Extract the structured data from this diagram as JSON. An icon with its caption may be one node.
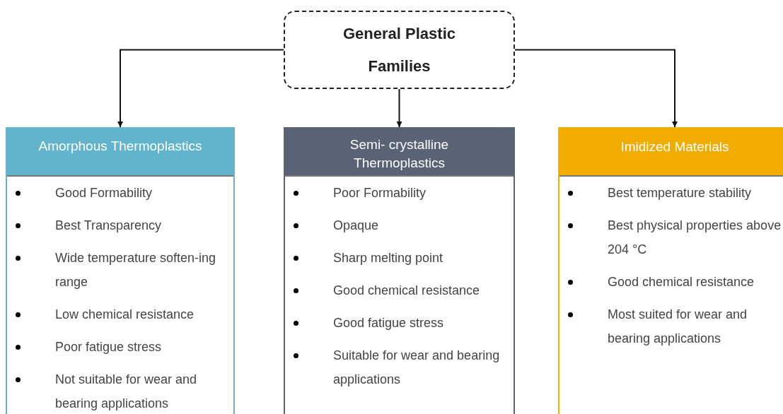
{
  "diagram": {
    "nodes": [
      {
        "text": [
          "General Plastic Families"
        ]
      },
      {
        "text": [
          "Amorphous Thermoplastics",
          "Good Formability",
          "Best Transparency",
          "Wide temperature soften-ing range",
          "Low chemical resistance",
          "Poor fatigue stress",
          "Not suitable for wear and bearing applications"
        ]
      },
      {
        "text": [
          "Semi- crystalline Thermoplastics",
          "Poor Formability",
          "Opaque",
          "Sharp melting point",
          "Good chemical resistance",
          "Good fatigue stress",
          "Suitable for wear and bearing applications"
        ]
      },
      {
        "text": [
          "Imidized Materials",
          "Best temperature stability",
          "Best physical properties above 204 °C",
          "Good chemical resistance",
          "Most suited for wear and bearing applications"
        ]
      }
    ],
    "edges": [
      {
        "from": 0,
        "to": 1,
        "arrow": "to"
      },
      {
        "from": 0,
        "to": 2,
        "arrow": "to"
      },
      {
        "from": 0,
        "to": 3,
        "arrow": "to"
      }
    ]
  }
}
